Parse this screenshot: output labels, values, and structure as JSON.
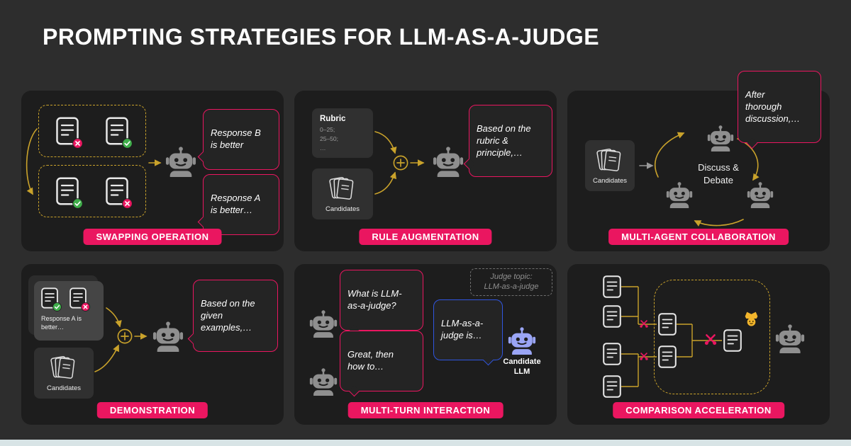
{
  "title": "PROMPTING STRATEGIES FOR LLM-AS-A-JUDGE",
  "colors": {
    "background": "#2d2d2d",
    "panel": "#1d1d1d",
    "accent_pink": "#ea1660",
    "accent_gold": "#c9a22b",
    "accent_green": "#3fae4a",
    "accent_blue": "#3056e0",
    "robot_gray": "#8f8f8f",
    "candidate_robot_purple": "#9aa5f5",
    "winner_gold": "#f2b52c",
    "footer_strip": "#d8e4e6"
  },
  "icons": {
    "robot": "robot-icon",
    "document": "document-icon",
    "document_stack": "document-stack-icon",
    "check": "check-badge-icon",
    "cross": "cross-badge-icon",
    "merge": "merge-plus-icon",
    "scissors": "scissors-cut-icon",
    "winner": "winner-crown-icon",
    "arrow": "flow-arrow-icon"
  },
  "panels": {
    "swapping": {
      "label": "SWAPPING OPERATION",
      "bubble_top": "Response B\nis better",
      "bubble_bottom": "Response A\nis better…"
    },
    "rule_augmentation": {
      "label": "RULE AUGMENTATION",
      "rubric_title": "Rubric",
      "rubric_body": "0–25;\n25–50;\n…",
      "candidates_label": "Candidates",
      "bubble": "Based on the\nrubric &\nprinciple,…"
    },
    "multi_agent": {
      "label": "MULTI-AGENT COLLABORATION",
      "candidates_label": "Candidates",
      "center_text": "Discuss &\nDebate",
      "bubble": "After\nthorough\ndiscussion,…"
    },
    "demonstration": {
      "label": "DEMONSTRATION",
      "example_caption": "Response A is\nbetter…",
      "candidates_label": "Candidates",
      "bubble": "Based on the\ngiven\nexamples,…"
    },
    "multi_turn": {
      "label": "MULTI-TURN INTERACTION",
      "bubble_question": "What is LLM-\nas-a-judge?",
      "bubble_followup": "Great, then\nhow to…",
      "topic_note": "Judge topic:\nLLM-as-a-judge",
      "bubble_answer": "LLM-as-a-\njudge is…",
      "candidate_label": "Candidate\nLLM"
    },
    "comparison": {
      "label": "COMPARISON ACCELERATION"
    }
  }
}
